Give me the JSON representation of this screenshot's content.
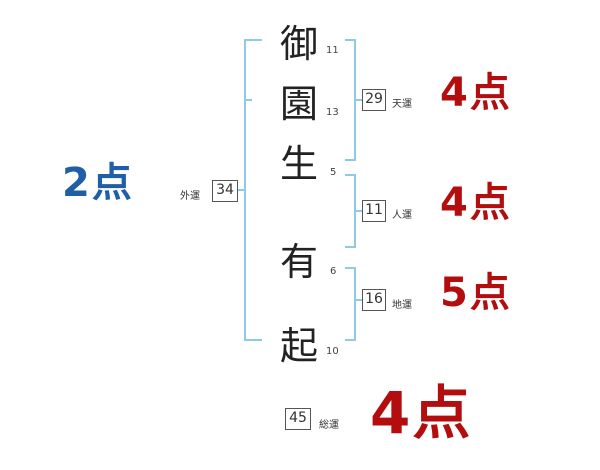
{
  "name_chars": [
    {
      "char": "御",
      "strokes": "11"
    },
    {
      "char": "園",
      "strokes": "13"
    },
    {
      "char": "生",
      "strokes": "5"
    },
    {
      "char": "有",
      "strokes": "6"
    },
    {
      "char": "起",
      "strokes": "10"
    }
  ],
  "fortunes": {
    "tenkaku": {
      "label": "天運",
      "value": "29",
      "score": "4点"
    },
    "jinkaku": {
      "label": "人運",
      "value": "11",
      "score": "4点"
    },
    "chikaku": {
      "label": "地運",
      "value": "16",
      "score": "5点"
    },
    "gaikaku": {
      "label": "外運",
      "value": "34",
      "score": "2点"
    },
    "soukaku": {
      "label": "総運",
      "value": "45",
      "score": "4点"
    }
  },
  "colors": {
    "bracket": "#8ec9e8",
    "score_red": "#b30d0d",
    "score_blue": "#1f5fa8"
  }
}
